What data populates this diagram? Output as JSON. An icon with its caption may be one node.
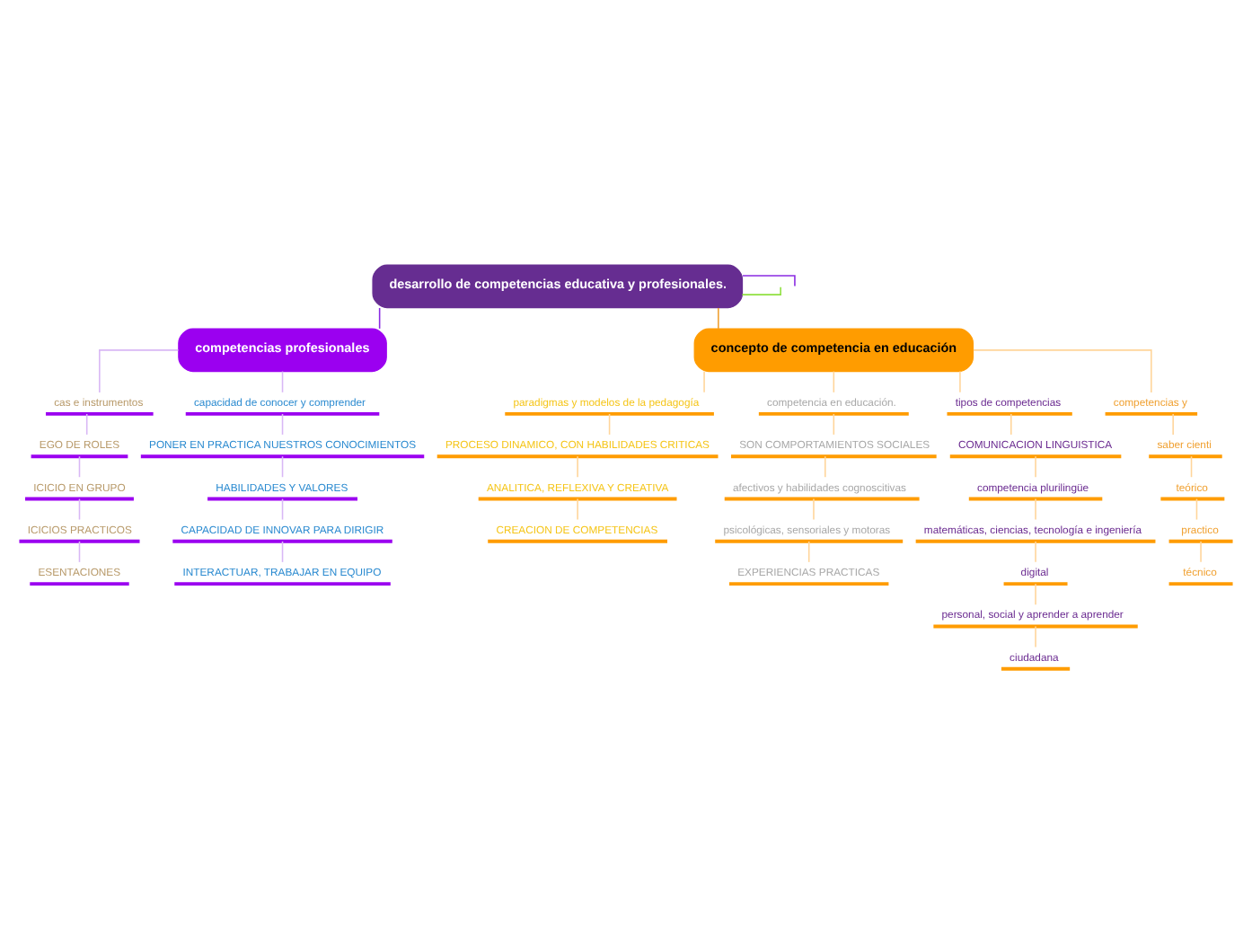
{
  "diagram": {
    "nodes": [
      {
        "text": [
          "desarrollo de competencias educativa y profesionales."
        ]
      },
      {
        "text": [
          "competencias profesionales"
        ]
      },
      {
        "text": [
          "cas e instrumentos"
        ]
      },
      {
        "text": [
          "EGO DE ROLES"
        ]
      },
      {
        "text": [
          "ICICIO EN GRUPO"
        ]
      },
      {
        "text": [
          "ICICIOS PRACTICOS"
        ]
      },
      {
        "text": [
          "ESENTACIONES"
        ]
      },
      {
        "text": [
          "capacidad de conocer y comprender"
        ]
      },
      {
        "text": [
          "PONER EN PRACTICA NUESTROS CONOCIMIENTOS"
        ]
      },
      {
        "text": [
          "HABILIDADES Y VALORES"
        ]
      },
      {
        "text": [
          "CAPACIDAD DE INNOVAR PARA DIRIGIR"
        ]
      },
      {
        "text": [
          "INTERACTUAR, TRABAJAR EN EQUIPO"
        ]
      },
      {
        "text": [
          "concepto de competencia en educación"
        ]
      },
      {
        "text": [
          "paradigmas y modelos de la pedagogía"
        ]
      },
      {
        "text": [
          "PROCESO DINAMICO, CON HABILIDADES CRITICAS"
        ]
      },
      {
        "text": [
          "ANALITICA, REFLEXIVA Y CREATIVA"
        ]
      },
      {
        "text": [
          "CREACION DE COMPETENCIAS"
        ]
      },
      {
        "text": [
          "competencia en educación."
        ]
      },
      {
        "text": [
          "SON COMPORTAMIENTOS SOCIALES"
        ]
      },
      {
        "text": [
          "afectivos y habilidades cognoscitivas"
        ]
      },
      {
        "text": [
          "psicológicas, sensoriales y motoras"
        ]
      },
      {
        "text": [
          "EXPERIENCIAS PRACTICAS"
        ]
      },
      {
        "text": [
          "tipos de competencias"
        ]
      },
      {
        "text": [
          "COMUNICACION LINGUISTICA"
        ]
      },
      {
        "text": [
          "competencia plurilingüe"
        ]
      },
      {
        "text": [
          "matemáticas, ciencias, tecnología e ingeniería"
        ]
      },
      {
        "text": [
          "digital"
        ]
      },
      {
        "text": [
          "personal, social y aprender a aprender"
        ]
      },
      {
        "text": [
          "ciudadana"
        ]
      },
      {
        "text": [
          "competencias y"
        ]
      },
      {
        "text": [
          "saber cienti"
        ]
      },
      {
        "text": [
          "teórico"
        ]
      },
      {
        "text": [
          "practico"
        ]
      },
      {
        "text": [
          "técnico"
        ]
      }
    ],
    "edges": [
      {
        "from": 0,
        "to": null,
        "arrow": "none",
        "color": "#8a2be2"
      },
      {
        "from": 0,
        "to": 1,
        "arrow": "none",
        "color": "#8a2be2"
      },
      {
        "from": 0,
        "to": 12,
        "arrow": "none",
        "color": "#f0a030"
      },
      {
        "from": 0,
        "to": null,
        "arrow": "none",
        "color": "#90e040"
      },
      {
        "from": 1,
        "to": 2,
        "arrow": "none",
        "color": "#d9b8f5"
      },
      {
        "from": 2,
        "to": 3,
        "arrow": "none",
        "color": "#d9b8f5"
      },
      {
        "from": 3,
        "to": 4,
        "arrow": "none",
        "color": "#d9b8f5"
      },
      {
        "from": 4,
        "to": 5,
        "arrow": "none",
        "color": "#d9b8f5"
      },
      {
        "from": 5,
        "to": 6,
        "arrow": "none",
        "color": "#d9b8f5"
      },
      {
        "from": 1,
        "to": 7,
        "arrow": "none",
        "color": "#d9b8f5"
      },
      {
        "from": 7,
        "to": 8,
        "arrow": "none",
        "color": "#d9b8f5"
      },
      {
        "from": 8,
        "to": 9,
        "arrow": "none",
        "color": "#d9b8f5"
      },
      {
        "from": 9,
        "to": 10,
        "arrow": "none",
        "color": "#d9b8f5"
      },
      {
        "from": 10,
        "to": 11,
        "arrow": "none",
        "color": "#d9b8f5"
      },
      {
        "from": 12,
        "to": 13,
        "arrow": "none"
      },
      {
        "from": 13,
        "to": 14,
        "arrow": "none"
      },
      {
        "from": 14,
        "to": 15,
        "arrow": "none"
      },
      {
        "from": 15,
        "to": 16,
        "arrow": "none"
      },
      {
        "from": 12,
        "to": 17,
        "arrow": "none"
      },
      {
        "from": 17,
        "to": 18,
        "arrow": "none"
      },
      {
        "from": 18,
        "to": 19,
        "arrow": "none"
      },
      {
        "from": 19,
        "to": 20,
        "arrow": "none"
      },
      {
        "from": 20,
        "to": 21,
        "arrow": "none"
      },
      {
        "from": 12,
        "to": 22,
        "arrow": "none"
      },
      {
        "from": 22,
        "to": 23,
        "arrow": "none"
      },
      {
        "from": 23,
        "to": 24,
        "arrow": "none"
      },
      {
        "from": 24,
        "to": 25,
        "arrow": "none"
      },
      {
        "from": 25,
        "to": 26,
        "arrow": "none"
      },
      {
        "from": 26,
        "to": 27,
        "arrow": "none"
      },
      {
        "from": 27,
        "to": 28,
        "arrow": "none"
      },
      {
        "from": 12,
        "to": 29,
        "arrow": "none"
      },
      {
        "from": 29,
        "to": 30,
        "arrow": "none"
      },
      {
        "from": 30,
        "to": 31,
        "arrow": "none"
      },
      {
        "from": 31,
        "to": 32,
        "arrow": "none"
      },
      {
        "from": 32,
        "to": 33,
        "arrow": "none"
      }
    ]
  }
}
